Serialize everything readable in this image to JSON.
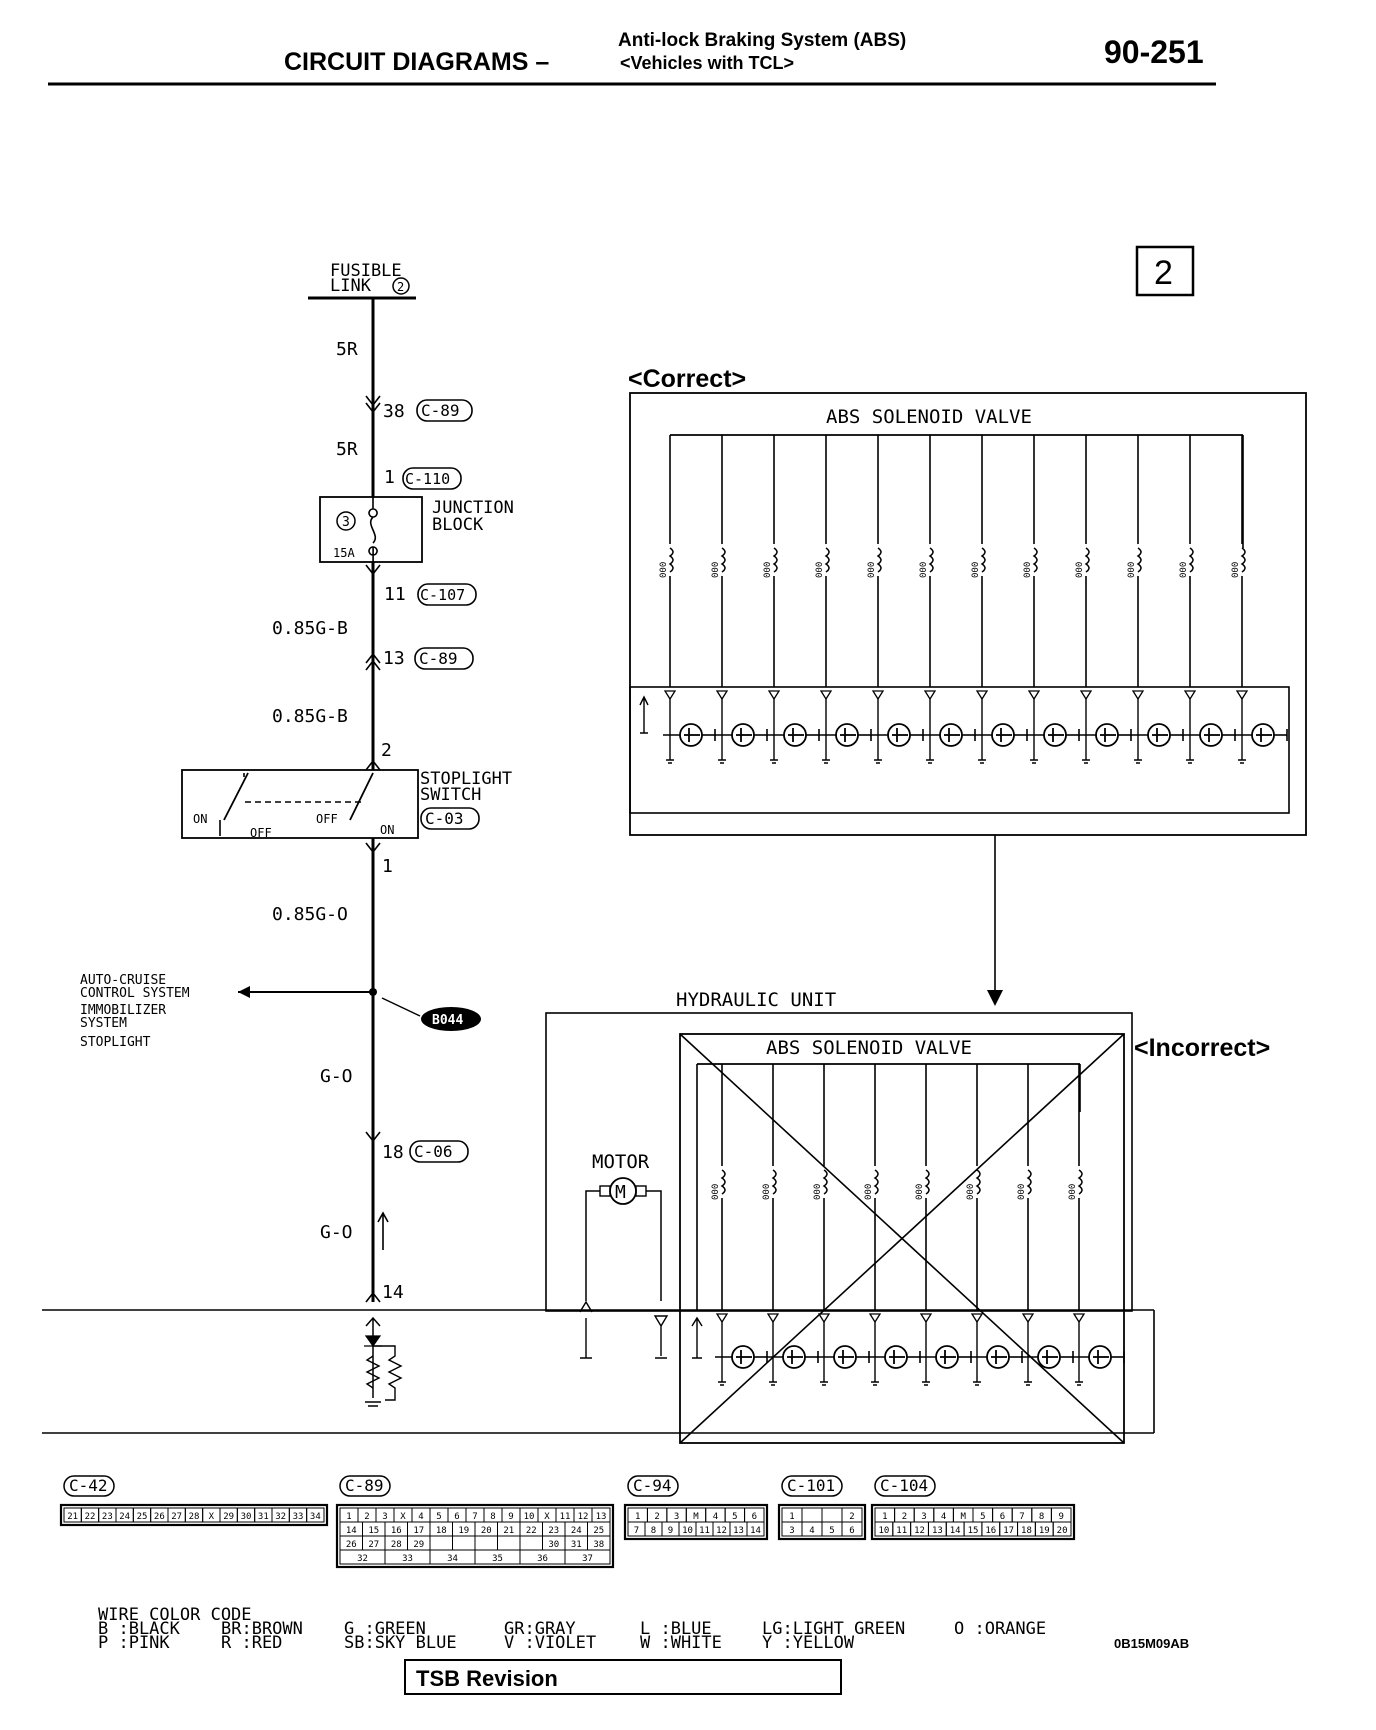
{
  "header": {
    "section_title": "CIRCUIT DIAGRAMS –",
    "subtitle_line1": "Anti-lock Braking System (ABS)",
    "subtitle_line2": "<Vehicles with TCL>",
    "page_number": "90-251"
  },
  "sheet_number": "2",
  "power_path": {
    "fusible_link_line1": "FUSIBLE",
    "fusible_link_line2": "LINK",
    "fusible_link_no": "2",
    "wire_5r_a": "5R",
    "pin_38": "38",
    "conn_c89_a": "C-89",
    "wire_5r_b": "5R",
    "pin_1_junction": "1",
    "conn_c110": "C-110",
    "junction_line1": "JUNCTION",
    "junction_line2": "BLOCK",
    "fuse_no": "3",
    "fuse_rating": "15A",
    "pin_11": "11",
    "conn_c107": "C-107",
    "wire_085gb_a": "0.85G-B",
    "pin_13": "13",
    "conn_c89_b": "C-89",
    "wire_085gb_b": "0.85G-B",
    "pin_2": "2",
    "stoplight_line1": "STOPLIGHT",
    "stoplight_line2": "SWITCH",
    "conn_c03": "C-03",
    "on_left": "ON",
    "off_left": "OFF",
    "off_right": "OFF",
    "on_right": "ON",
    "pin_1_switch": "1",
    "wire_085go": "0.85G-O",
    "branch_1a": "AUTO-CRUISE",
    "branch_1b": "CONTROL SYSTEM",
    "branch_2a": "IMMOBILIZER",
    "branch_2b": "SYSTEM",
    "branch_3": "STOPLIGHT",
    "splice_b044": "B044",
    "wire_go_a": "G-O",
    "pin_18": "18",
    "conn_c06": "C-06",
    "wire_go_b": "G-O",
    "pin_14": "14"
  },
  "correct_box": {
    "label": "<Correct>",
    "title": "ABS SOLENOID VALVE",
    "coil_label": "000"
  },
  "incorrect_box": {
    "label": "<Incorrect>",
    "hydraulic_title": "HYDRAULIC UNIT",
    "title": "ABS SOLENOID VALVE",
    "motor_label": "MOTOR",
    "motor_symbol": "M",
    "coil_label": "000"
  },
  "connectors": [
    {
      "id": "C-42",
      "rows": [
        [
          "21",
          "22",
          "23",
          "24",
          "25",
          "26",
          "27",
          "28",
          "X",
          "29",
          "30",
          "31",
          "32",
          "33",
          "34"
        ]
      ]
    },
    {
      "id": "C-89",
      "rows": [
        [
          "1",
          "2",
          "3",
          "X",
          "4",
          "5",
          "6",
          "7",
          "8",
          "9",
          "10",
          "X",
          "11",
          "12",
          "13"
        ],
        [
          "14",
          "15",
          "16",
          "17",
          "18",
          "19",
          "20",
          "21",
          "22",
          "23",
          "24",
          "25"
        ],
        [
          "26",
          "27",
          "28",
          "29",
          "",
          "",
          "",
          "",
          "",
          "30",
          "31",
          "38"
        ],
        [
          "32",
          "33",
          "34",
          "35",
          "36",
          "37"
        ]
      ]
    },
    {
      "id": "C-94",
      "rows": [
        [
          "1",
          "2",
          "3",
          "M",
          "4",
          "5",
          "6"
        ],
        [
          "7",
          "8",
          "9",
          "10",
          "11",
          "12",
          "13",
          "14"
        ]
      ]
    },
    {
      "id": "C-101",
      "rows": [
        [
          "1",
          "",
          "",
          "2"
        ],
        [
          "3",
          "4",
          "5",
          "6"
        ]
      ]
    },
    {
      "id": "C-104",
      "rows": [
        [
          "1",
          "2",
          "3",
          "4",
          "M",
          "5",
          "6",
          "7",
          "8",
          "9"
        ],
        [
          "10",
          "11",
          "12",
          "13",
          "14",
          "15",
          "16",
          "17",
          "18",
          "19",
          "20"
        ]
      ]
    }
  ],
  "wire_color_code": {
    "title": "WIRE COLOR CODE",
    "items": [
      "B :BLACK",
      "BR:BROWN",
      "G :GREEN",
      "GR:GRAY",
      "L :BLUE",
      "LG:LIGHT GREEN",
      "O :ORANGE",
      "P :PINK",
      "R :RED",
      "SB:SKY BLUE",
      "V :VIOLET",
      "W :WHITE",
      "Y :YELLOW"
    ]
  },
  "figure_code": "0B15M09AB",
  "tsb_revision": "TSB Revision"
}
